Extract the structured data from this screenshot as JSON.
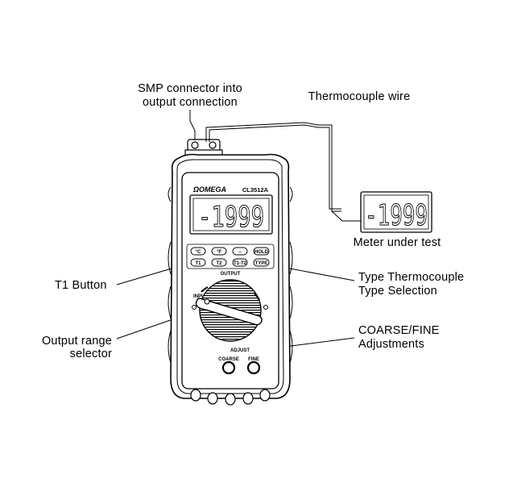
{
  "labels": {
    "smp_connector": [
      "SMP connector into",
      "output connection"
    ],
    "thermocouple_wire": "Thermocouple wire",
    "meter_under_test": "Meter under test",
    "t1_button": "T1 Button",
    "output_range": [
      "Output range",
      "selector"
    ],
    "type_selection": [
      "Type Thermocouple",
      "Type Selection"
    ],
    "coarse_fine": [
      "COARSE/FINE",
      "Adjustments"
    ]
  },
  "device": {
    "brand": "OMEGA",
    "model": "CL3512A",
    "display_main": "-1999",
    "display_remote": "-1999",
    "buttons_row1": [
      "°C",
      "°F",
      "☼",
      "HOLD"
    ],
    "buttons_row2": [
      "T1",
      "T2",
      "T1-T2",
      "TYPE"
    ],
    "dial_top_label": "OUTPUT",
    "dial_left_label": "INPUT",
    "adjust_label": "ADJUST",
    "coarse_label": "COARSE",
    "fine_label": "FINE"
  }
}
